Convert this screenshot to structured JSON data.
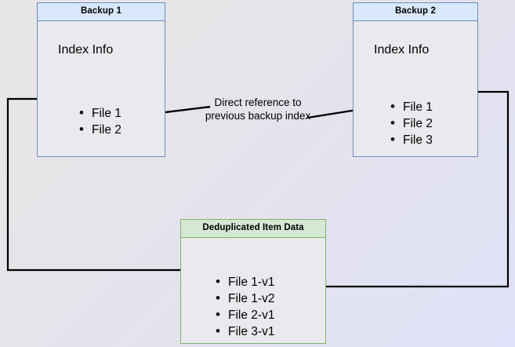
{
  "diagram": {
    "title": "Backup deduplication reference diagram",
    "background": {
      "gradient_from": "#e9e6e7",
      "gradient_to": "#dfe1f8"
    },
    "colors": {
      "blue_border": "#6c8ebf",
      "blue_header_fill": "#dae8fc",
      "green_border": "#82b366",
      "green_header_fill": "#d5e8d4",
      "body_fill": "#e9e9ee",
      "connector": "#000000"
    },
    "boxes": {
      "backup1": {
        "header": "Backup 1",
        "body_title": "Index Info",
        "items": [
          "File 1",
          "File 2"
        ]
      },
      "backup2": {
        "header": "Backup 2",
        "body_title": "Index Info",
        "items": [
          "File 1",
          "File 2",
          "File 3"
        ]
      },
      "dedup": {
        "header": "Deduplicated Item Data",
        "items": [
          "File 1-v1",
          "File 1-v2",
          "File 2-v1",
          "File 3-v1"
        ]
      }
    },
    "labels": {
      "direct_reference": "Direct reference to\nprevious backup index"
    }
  }
}
